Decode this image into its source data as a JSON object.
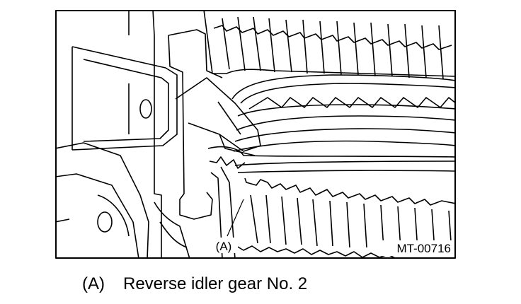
{
  "figure": {
    "callout": "(A)",
    "figure_id": "MT-00716"
  },
  "caption": {
    "letter": "(A)",
    "text": "Reverse idler gear No. 2"
  }
}
